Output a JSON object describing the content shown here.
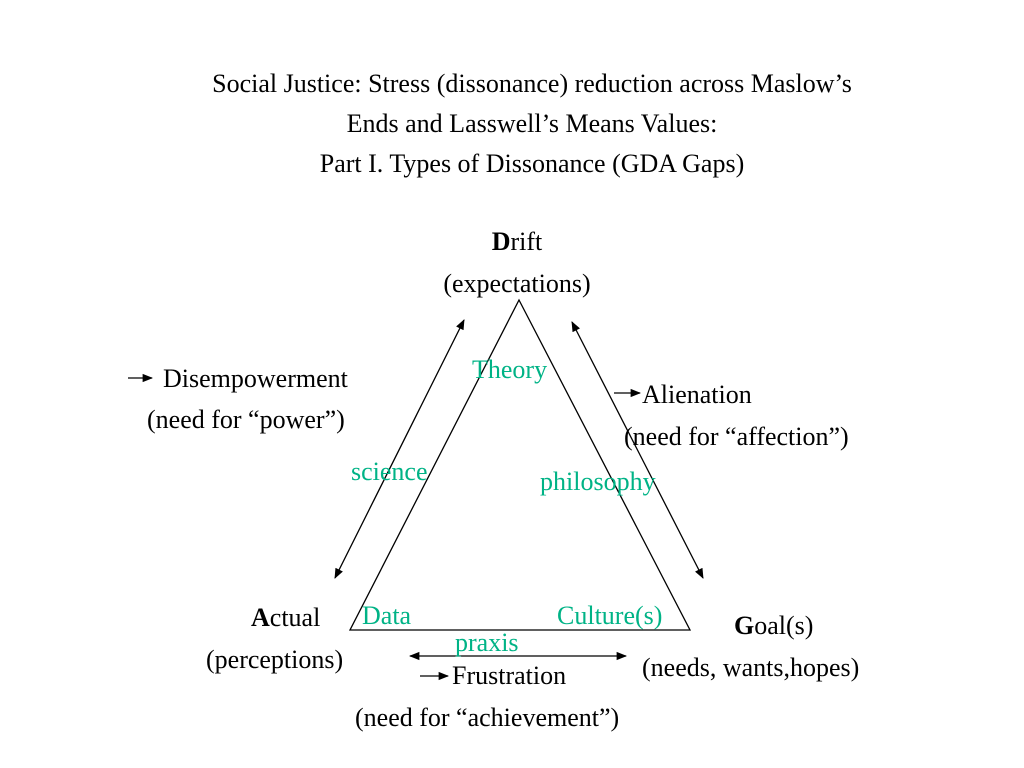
{
  "title": {
    "line1": "Social Justice: Stress (dissonance) reduction across Maslow’s",
    "line2": "Ends and Lasswell’s Means Values:",
    "line3": "Part I.  Types of Dissonance (GDA Gaps)"
  },
  "vertices": {
    "drift": {
      "initial": "D",
      "rest": "rift",
      "sub": "(expectations)"
    },
    "actual": {
      "initial": "A",
      "rest": "ctual",
      "sub": "(perceptions)"
    },
    "goal": {
      "initial": "G",
      "rest": "oal(s)",
      "sub": "(needs, wants,hopes)"
    }
  },
  "gaps": {
    "disempowerment": {
      "name": "Disempowerment",
      "need": "(need for “power”)"
    },
    "alienation": {
      "name": "Alienation",
      "need": "(need for “affection”)"
    },
    "frustration": {
      "name": "Frustration",
      "need": "(need for “achievement”)"
    }
  },
  "inner_labels": {
    "theory": "Theory",
    "science": "science",
    "philosophy": "philosophy",
    "data": "Data",
    "culture": "Culture(s)",
    "praxis": "praxis"
  },
  "colors": {
    "text": "#000000",
    "accent": "#00b386",
    "line": "#000000"
  },
  "icons": {
    "gap_marker": "small-right-arrow-icon",
    "connector": "double-headed-arrow-icon"
  }
}
